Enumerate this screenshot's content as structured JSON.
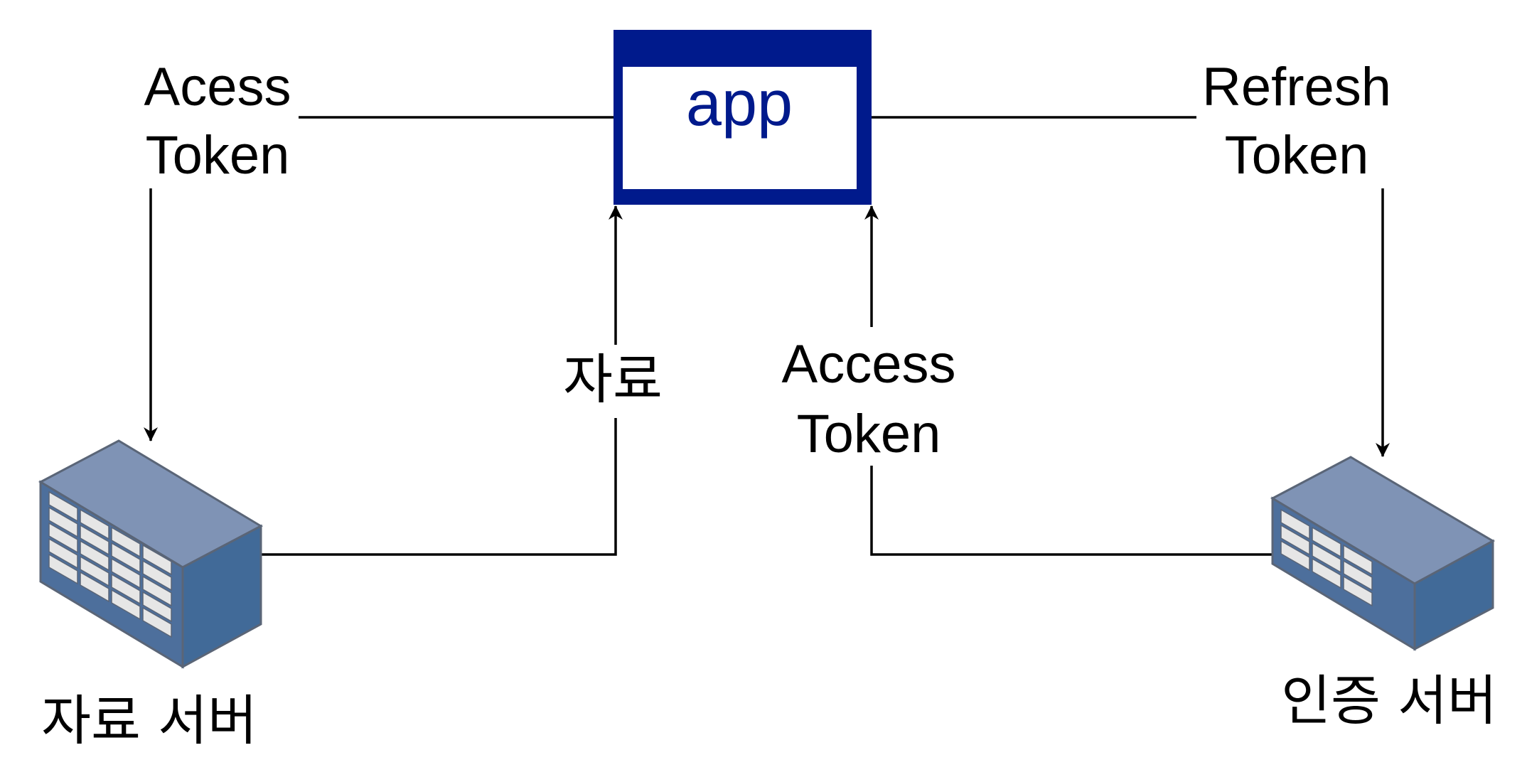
{
  "app": {
    "label": "app",
    "frame_color": "#001a8c",
    "text_color": "#001a8c"
  },
  "labels": {
    "left_token_line1": "Acess",
    "left_token_line2": "Token",
    "right_token_line1": "Refresh",
    "right_token_line2": "Token",
    "middle_data": "자료",
    "middle_token_line1": "Access",
    "middle_token_line2": "Token"
  },
  "servers": {
    "data_server": {
      "label": "자료 서버",
      "icon": "server-icon"
    },
    "auth_server": {
      "label": "인증 서버",
      "icon": "server-icon"
    }
  },
  "colors": {
    "server_top": "#7f93b5",
    "server_front": "#4d6f9c",
    "server_side": "#416a98",
    "server_bay": "#e6e6e6",
    "server_edge": "#5a6577",
    "line": "#000000"
  }
}
